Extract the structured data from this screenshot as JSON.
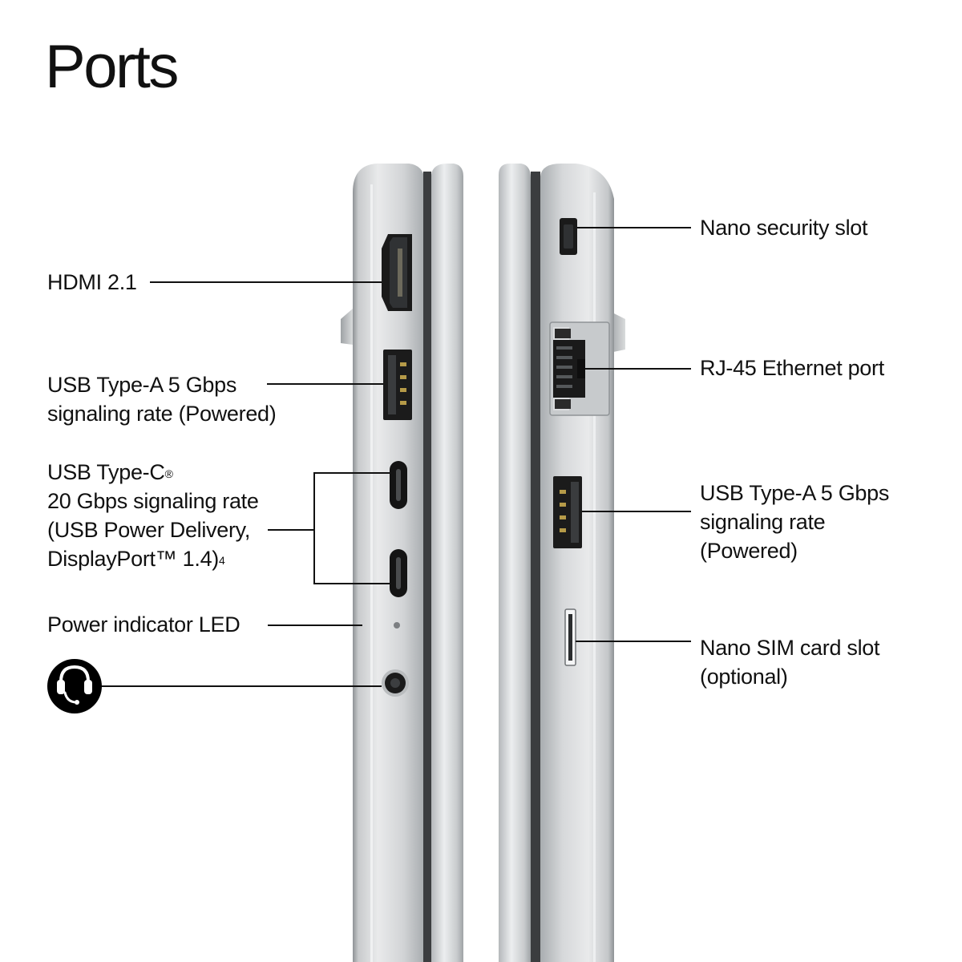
{
  "title": "Ports",
  "left_side": {
    "hdmi": {
      "label": "HDMI 2.1"
    },
    "usb_a": {
      "lines": [
        "USB Type-A 5 Gbps",
        "signaling rate (Powered)"
      ]
    },
    "usb_c": {
      "line1": "USB Type-C",
      "line1_sup": "®",
      "line2": "20 Gbps signaling rate",
      "line3": "(USB Power Delivery,",
      "line4": "DisplayPort™ 1.4)",
      "line4_sup": "4"
    },
    "power_led": {
      "label": "Power indicator LED"
    },
    "headset": {
      "icon": "headset-icon"
    }
  },
  "right_side": {
    "security": {
      "label": "Nano security slot"
    },
    "rj45": {
      "label": "RJ-45 Ethernet port"
    },
    "usb_a": {
      "lines": [
        "USB Type-A 5 Gbps",
        "signaling rate",
        "(Powered)"
      ]
    },
    "sim": {
      "lines": [
        "Nano SIM card slot",
        "(optional)"
      ]
    }
  },
  "colors": {
    "background": "#ffffff",
    "text": "#111111",
    "leader_line": "#111111",
    "chassis": "#cfd1d3",
    "chassis_highlight": "#eef0f1",
    "chassis_shadow": "#9ea2a6",
    "port_dark": "#1a1a1a"
  }
}
